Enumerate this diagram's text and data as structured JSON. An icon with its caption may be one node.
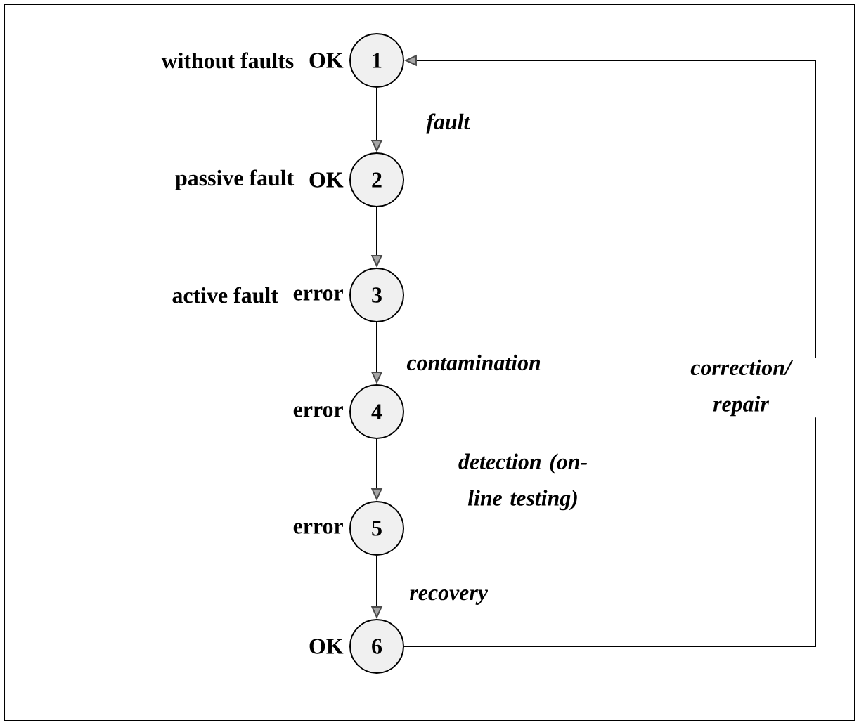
{
  "diagram": {
    "nodes": [
      {
        "text": [
          "1"
        ],
        "beside": [
          "without faults",
          "OK"
        ]
      },
      {
        "text": [
          "2"
        ],
        "beside": [
          "passive fault",
          "OK"
        ]
      },
      {
        "text": [
          "3"
        ],
        "beside": [
          "active fault",
          "error"
        ]
      },
      {
        "text": [
          "4"
        ],
        "beside": [
          "error"
        ]
      },
      {
        "text": [
          "5"
        ],
        "beside": [
          "error"
        ]
      },
      {
        "text": [
          "6"
        ],
        "beside": [
          "OK"
        ]
      }
    ],
    "edges": [
      {
        "from": 0,
        "to": 1,
        "arrow": "to",
        "label": "fault"
      },
      {
        "from": 1,
        "to": 2,
        "arrow": "to"
      },
      {
        "from": 2,
        "to": 3,
        "arrow": "to",
        "label": "contamination"
      },
      {
        "from": 3,
        "to": 4,
        "arrow": "to",
        "label": "detection (on-line testing)"
      },
      {
        "from": 4,
        "to": 5,
        "arrow": "to",
        "label": "recovery"
      },
      {
        "from": 5,
        "to": 0,
        "arrow": "to",
        "label": "correction/ repair"
      }
    ]
  }
}
